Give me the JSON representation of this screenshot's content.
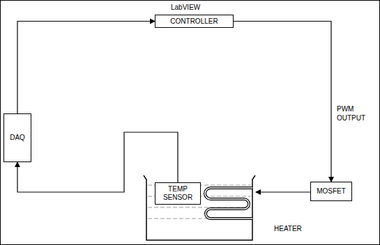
{
  "diagram": {
    "nodes": [
      {
        "text": [
          "LabVIEW",
          "CONTROLLER"
        ]
      },
      {
        "text": [
          "DAQ"
        ]
      },
      {
        "text": [
          "TEMP SENSOR"
        ]
      },
      {
        "text": [
          "MOSFET"
        ]
      }
    ],
    "edges": [
      {
        "from": 1,
        "to": 0,
        "arrow": "to"
      },
      {
        "from": 0,
        "to": 3,
        "label": "PWM OUTPUT",
        "arrow": "to"
      },
      {
        "from": 2,
        "to": 1,
        "arrow": "to"
      }
    ],
    "labels": [
      "HEATER"
    ]
  }
}
